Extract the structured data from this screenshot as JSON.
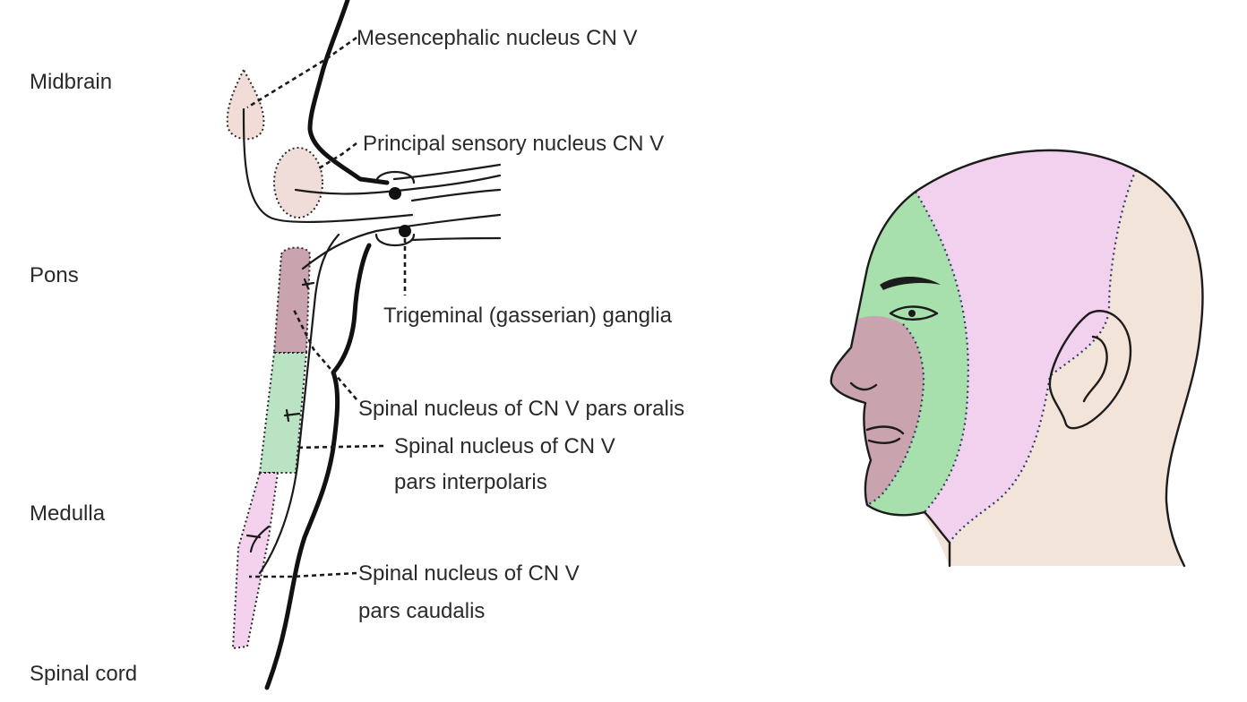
{
  "regions": {
    "midbrain": "Midbrain",
    "pons": "Pons",
    "medulla": "Medulla",
    "spinal_cord": "Spinal cord"
  },
  "labels": {
    "mesencephalic": "Mesencephalic nucleus CN V",
    "principal_sensory": "Principal sensory nucleus CN V",
    "trigeminal_ganglia": "Trigeminal (gasserian) ganglia",
    "pars_oralis": "Spinal nucleus of CN V pars oralis",
    "pars_interpolaris_line1": "Spinal nucleus of CN V",
    "pars_interpolaris_line2": "pars interpolaris",
    "pars_caudalis_line1": "Spinal nucleus of CN V",
    "pars_caudalis_line2": "pars caudalis"
  },
  "colors": {
    "mesencephalic_fill": "#f2dcd8",
    "principal_fill": "#f0dcd8",
    "oralis_fill": "#c9a3ad",
    "interpolaris_fill": "#b9e3c2",
    "caudalis_fill": "#f4d2ee",
    "face_perioral": "#c9a3ad",
    "face_middle": "#a7e0ac",
    "face_outer": "#f2d1ee",
    "skin": "#f3e4d9"
  }
}
